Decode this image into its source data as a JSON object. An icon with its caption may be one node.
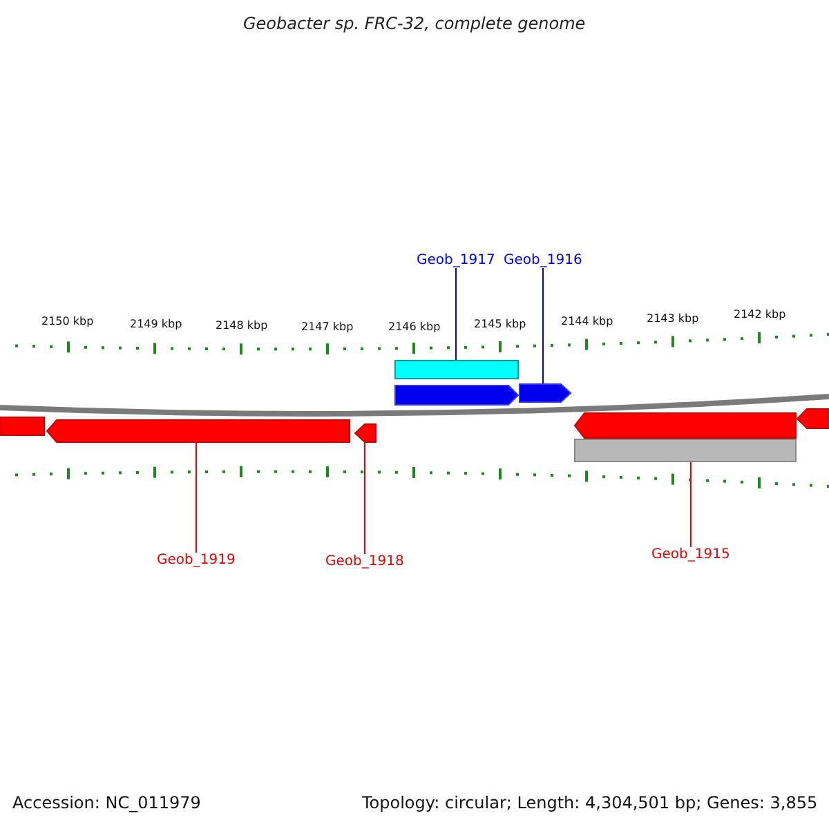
{
  "diagram": {
    "title": "Geobacter sp. FRC-32, complete genome",
    "nodes": [
      {
        "text": [
          "Geob_1917"
        ]
      },
      {
        "text": [
          "Geob_1916"
        ]
      },
      {
        "text": [],
        "shape": "bar"
      },
      {
        "text": [],
        "shape": "arrow"
      },
      {
        "text": [],
        "shape": "arrow"
      },
      {
        "text": [],
        "shape": "bar"
      },
      {
        "text": [],
        "shape": "arrow"
      },
      {
        "text": [],
        "shape": "arrow"
      },
      {
        "text": [],
        "shape": "arrow"
      },
      {
        "text": [],
        "shape": "arrow"
      },
      {
        "text": [],
        "shape": "bar"
      },
      {
        "text": [
          "Geob_1919"
        ]
      },
      {
        "text": [
          "Geob_1918"
        ]
      },
      {
        "text": [
          "Geob_1915"
        ]
      }
    ],
    "edges": [
      {
        "from": 0,
        "to": 2,
        "arrow": "none",
        "color": "#0000ee"
      },
      {
        "from": 1,
        "to": 4,
        "arrow": "none",
        "color": "#0000ee"
      },
      {
        "from": 11,
        "to": 6,
        "arrow": "none"
      },
      {
        "from": 12,
        "to": 7,
        "arrow": "none"
      },
      {
        "from": 13,
        "to": 8,
        "arrow": "none"
      }
    ],
    "labels": [
      "2150 kbp",
      "2149 kbp",
      "2148 kbp",
      "2147 kbp",
      "2146 kbp",
      "2145 kbp",
      "2144 kbp",
      "2143 kbp",
      "2142 kbp",
      "Accession: NC_011979",
      "Topology: circular; Length: 4,304,501 bp; Genes: 3,855"
    ]
  }
}
